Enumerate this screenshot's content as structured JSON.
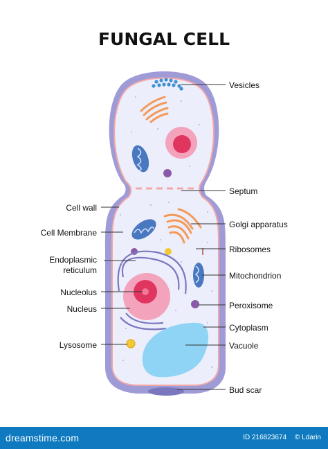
{
  "title": "FUNGAL CELL",
  "labels_right": {
    "vesicles": "Vesicles",
    "septum": "Septum",
    "golgi": "Golgi apparatus",
    "ribosomes": "Ribosomes",
    "mitochondrion": "Mitochondrion",
    "peroxisome": "Peroxisome",
    "cytoplasm": "Cytoplasm",
    "vacuole": "Vacuole",
    "bud_scar": "Bud scar"
  },
  "labels_left": {
    "cell_wall": "Cell wall",
    "cell_membrane": "Cell Membrane",
    "er_line1": "Endoplasmic",
    "er_line2": "reticulum",
    "nucleolus": "Nucleolus",
    "nucleus": "Nucleus",
    "lysosome": "Lysosome"
  },
  "footer": {
    "brand": "dreamstime.com",
    "id_text": "ID 216823674",
    "author": "© Ldarin"
  },
  "colors": {
    "cell_wall": "#9f9bd6",
    "cytoplasm": "#eceefb",
    "membrane": "#f3a8a8",
    "golgi": "#f39a5a",
    "mitochondrion": "#4a78c0",
    "nucleus": "#f4a3bd",
    "nucleolus": "#e0355f",
    "vacuole": "#8fd4f4",
    "peroxisome": "#8a5aa8",
    "lysosome": "#f5c832",
    "footer": "#0f7abf"
  }
}
